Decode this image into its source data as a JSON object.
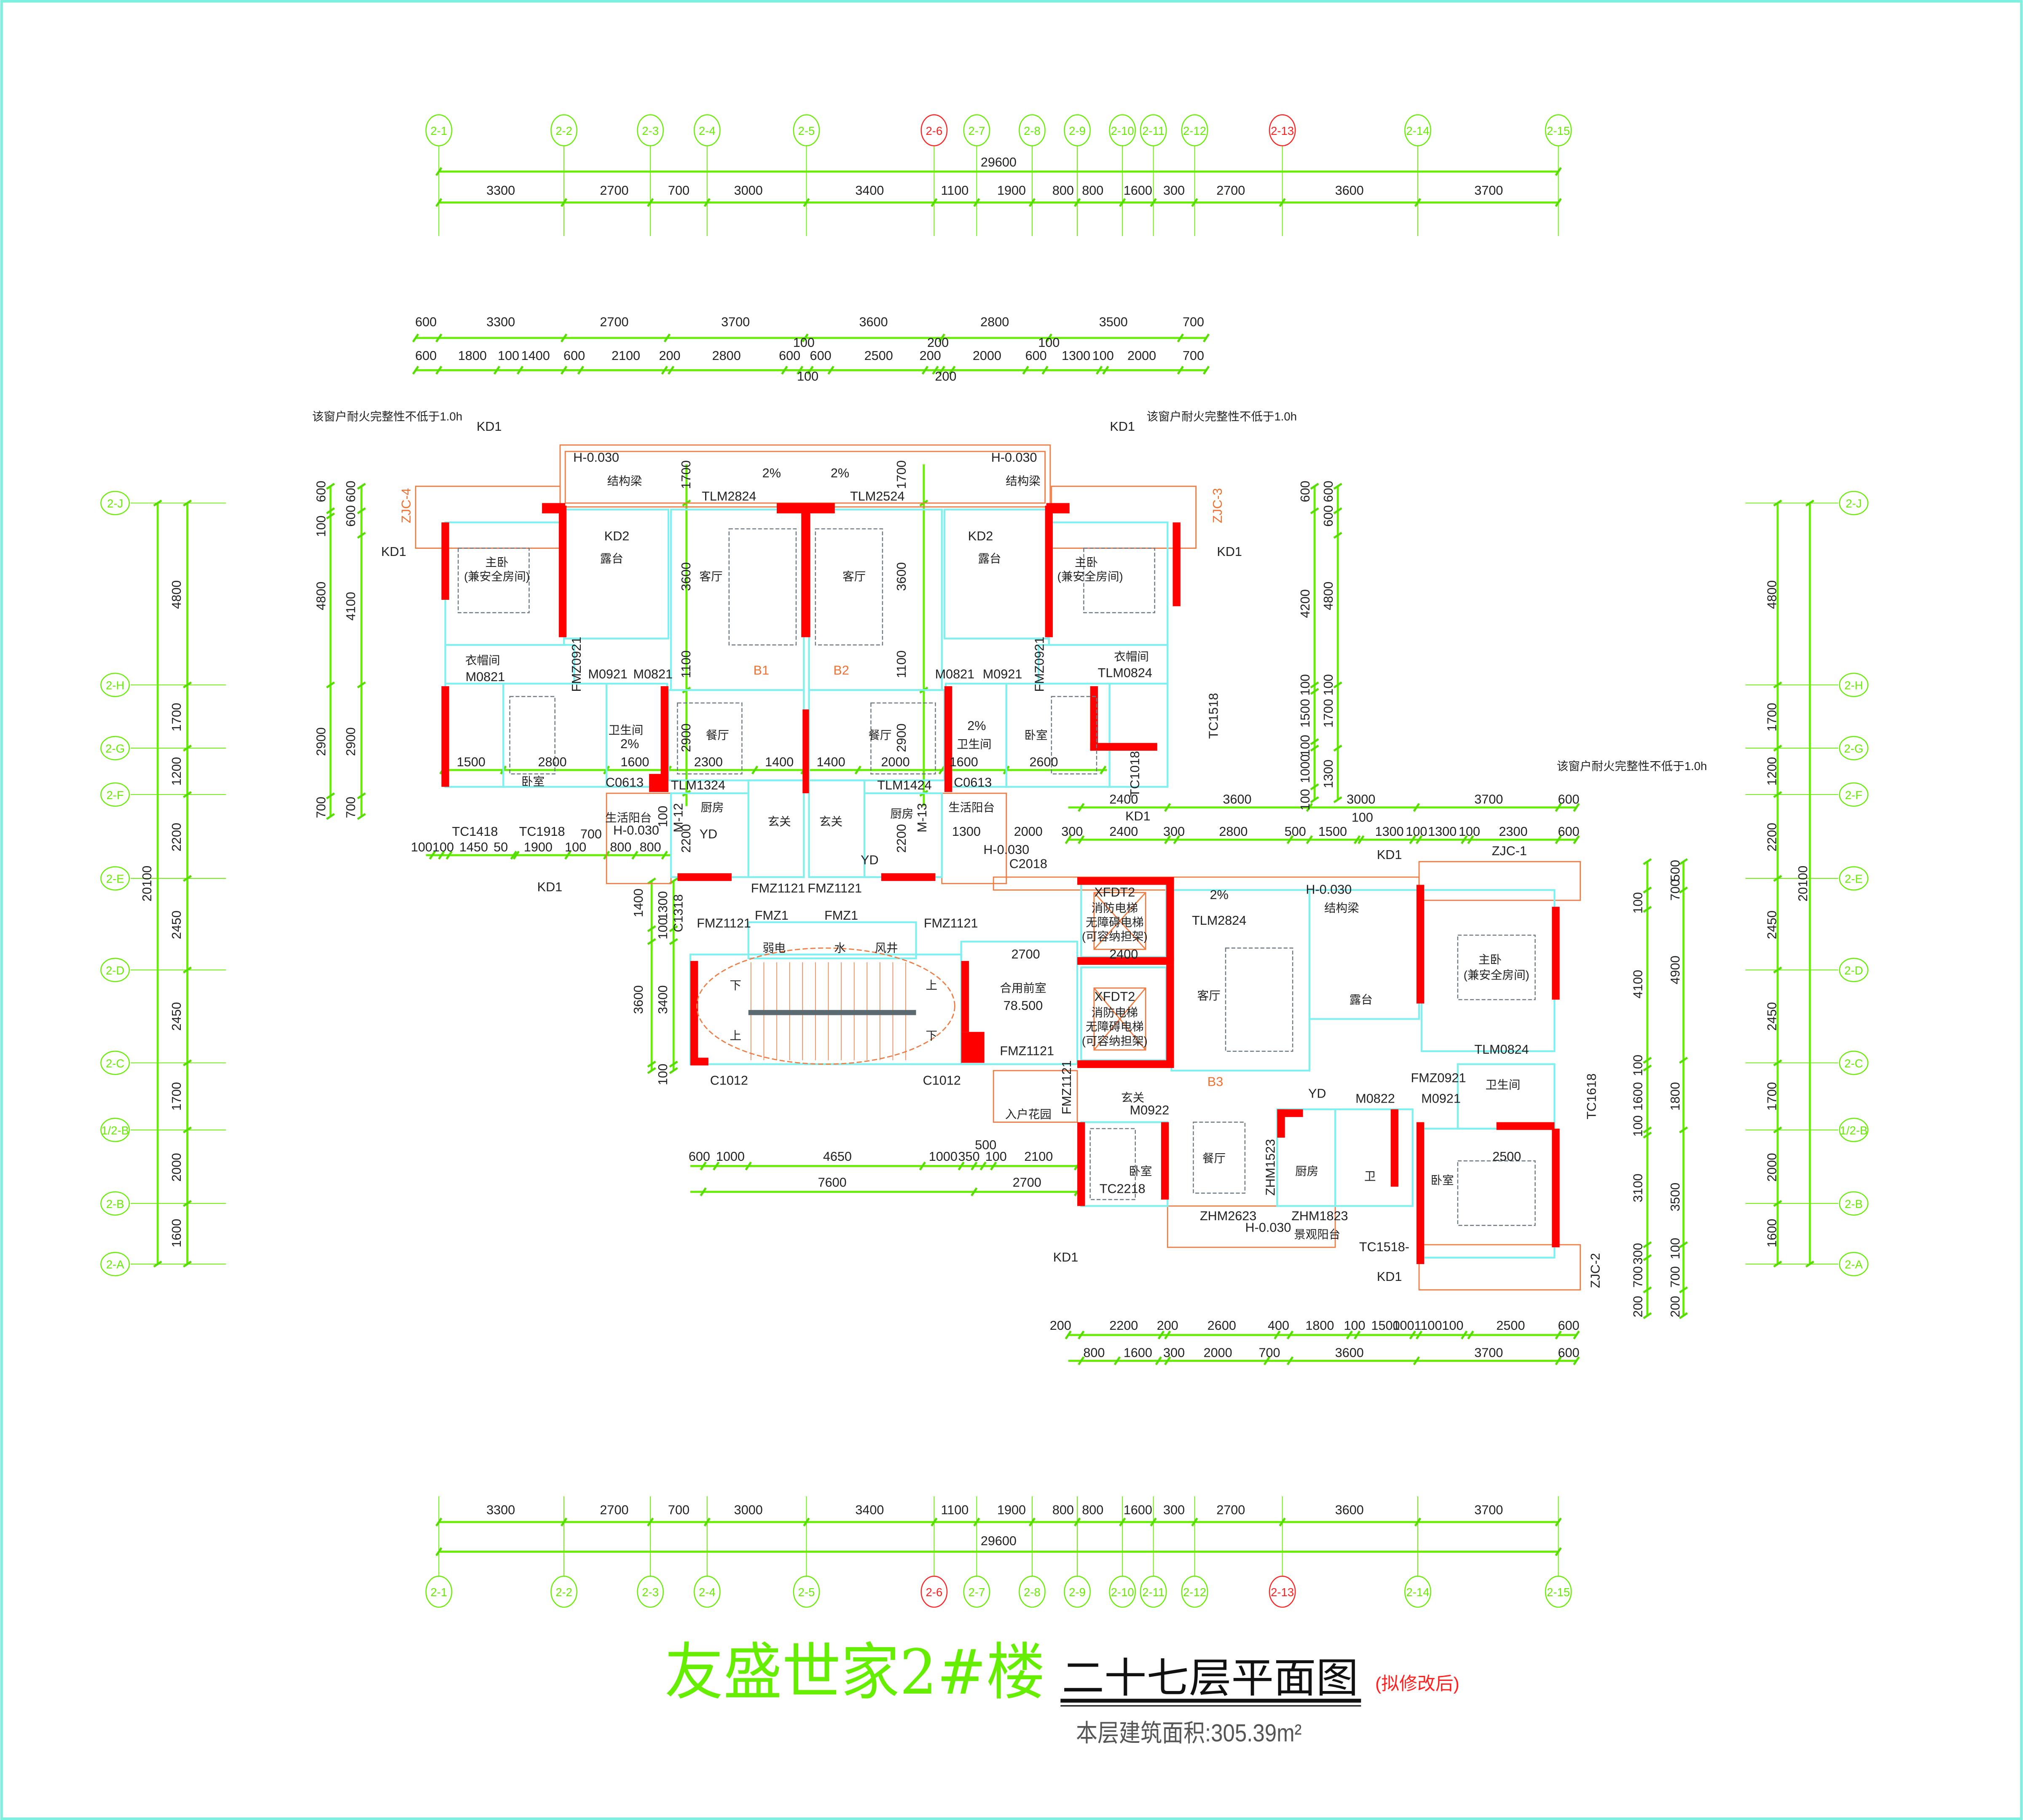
{
  "title": {
    "project": "友盛世家2#楼",
    "drawing": "二十七层平面图",
    "note": "(拟修改后)",
    "area": "本层建筑面积:305.39m²"
  },
  "colors": {
    "axis": "#66ee00",
    "axis_highlight": "#ff2020",
    "wall": "#ff0000",
    "outline": "#7ff0f0",
    "balcony": "#f07a40",
    "title_green": "#66ee00"
  },
  "axes": {
    "columns": [
      "2-1",
      "2-2",
      "2-3",
      "2-4",
      "2-5",
      "2-6",
      "2-7",
      "2-8",
      "2-9",
      "2-10",
      "2-11",
      "2-12",
      "2-13",
      "2-14",
      "2-15"
    ],
    "highlighted_columns": [
      "2-6",
      "2-13"
    ],
    "rows": [
      "2-J",
      "2-H",
      "2-G",
      "2-F",
      "2-E",
      "2-D",
      "2-C",
      "1/2-B",
      "2-B",
      "2-A"
    ]
  },
  "dims": {
    "col_total": "29600",
    "col_segments": [
      "3300",
      "2700",
      "700",
      "3000",
      "3400",
      "1100",
      "1900",
      "800",
      "800",
      "1600",
      "300",
      "2700",
      "3600",
      "3700"
    ],
    "row_total": "20100",
    "row_segments": [
      "4800",
      "1700",
      "1200",
      "2200",
      "2450",
      "2450",
      "1700",
      "2000",
      "1600"
    ],
    "plan_top_row1": [
      "600",
      "3300",
      "2700",
      "3700",
      "3600",
      "2800",
      "3500",
      "700"
    ],
    "plan_top_row2": [
      "600",
      "1800",
      "100",
      "1400",
      "600",
      "2100",
      "200",
      "2800",
      "600",
      "600",
      "2500",
      "200",
      "2000",
      "600",
      "1300",
      "100",
      "2000",
      "700"
    ],
    "plan_top_extra": [
      "100",
      "100",
      "200",
      "200",
      "100"
    ],
    "left_inner_a": [
      "600",
      "100",
      "4800",
      "2900",
      "700"
    ],
    "left_inner_b": [
      "600",
      "600",
      "4100",
      "2900",
      "700"
    ],
    "right_inner_a": [
      "600",
      "4200",
      "100",
      "1500",
      "100",
      "1000",
      "100"
    ],
    "right_inner_b": [
      "600",
      "600",
      "4800",
      "100",
      "1700",
      "1300"
    ],
    "right_lower_a": [
      "100",
      "4100",
      "100",
      "1600",
      "100",
      "3100",
      "300",
      "700",
      "200"
    ],
    "right_lower_b": [
      "700",
      "500",
      "4900",
      "1800",
      "3500",
      "100",
      "700",
      "200"
    ],
    "b1_interior": [
      "1500",
      "2800",
      "1600",
      "2300",
      "1400",
      "1400",
      "2000",
      "1600",
      "2600"
    ],
    "b1_vertical": [
      "1700",
      "3600",
      "1100",
      "2900",
      "2200",
      "1700",
      "3600",
      "1100",
      "2900",
      "2200"
    ],
    "b1_bottom": [
      "100100",
      "1450",
      "50",
      "1900",
      "100",
      "700",
      "800",
      "800"
    ],
    "b3_row1": [
      "2400",
      "3600",
      "3000",
      "3700",
      "600"
    ],
    "b3_row2": [
      "1300",
      "2000",
      "300",
      "2400",
      "300",
      "2800",
      "500",
      "1500",
      "100",
      "1300",
      "100",
      "1300",
      "100",
      "2300",
      "600"
    ],
    "core_vertical": [
      "1400",
      "1300",
      "100",
      "100",
      "3600",
      "3400",
      "100"
    ],
    "core_row1": [
      "600",
      "1000",
      "4650",
      "1000",
      "350",
      "100",
      "500",
      "2100"
    ],
    "core_row2": [
      "7600",
      "2700"
    ],
    "core_inner": [
      "2700",
      "2400"
    ],
    "bottom_row1": [
      "200",
      "2200",
      "200",
      "2600",
      "400",
      "1800",
      "100",
      "1500",
      "1001100100",
      "2500",
      "600"
    ],
    "bottom_row2": [
      "800",
      "1600",
      "300",
      "2000",
      "700",
      "3600",
      "3700",
      "600"
    ],
    "b3_inner": [
      "2500"
    ]
  },
  "notes": {
    "fire_window": "该窗户耐火完整性不低于1.0h"
  },
  "codes": {
    "kd1": "KD1",
    "kd2": "KD2",
    "zjc1": "ZJC-1",
    "zjc2": "ZJC-2",
    "zjc3": "ZJC-3",
    "zjc4": "ZJC-4",
    "tlm2824": "TLM2824",
    "tlm2524": "TLM2524",
    "m0821": "M0821",
    "m0921": "M0921",
    "fmz0921": "FMZ0921",
    "tlm0824": "TLM0824",
    "c0613": "C0613",
    "tlm1324": "TLM1324",
    "tlm1424": "TLM1424",
    "tc1418": "TC1418",
    "tc1918": "TC1918",
    "m12": "M-12",
    "m13": "M-13",
    "c1318": "C1318",
    "fmz1121": "FMZ1121",
    "fmz1": "FMZ1",
    "c1012": "C1012",
    "c2018": "C2018",
    "tc1518": "TC1518",
    "tc1018": "TC1018",
    "xfdt2": "XFDT2",
    "m0922": "M0922",
    "m0822": "M0822",
    "zhm1523": "ZHM1523",
    "tc2218": "TC2218",
    "zhm2623": "ZHM2623",
    "zhm1823": "ZHM1823",
    "tc1618": "TC1618",
    "tc1518b": "TC1518-",
    "yd": "YD"
  },
  "levels": {
    "h": "H-0.030",
    "front_room": "78.500",
    "slope": "2%"
  },
  "rooms": {
    "master": "主卧",
    "safe": "(兼安全房间)",
    "terrace": "露台",
    "living": "客厅",
    "closet": "衣帽间",
    "bath": "卫生间",
    "bedroom": "卧室",
    "dining": "餐厅",
    "service_balcony": "生活阳台",
    "kitchen": "厨房",
    "foyer": "玄关",
    "weak_elec": "弱电",
    "water": "水",
    "air_shaft": "风井",
    "front_room": "合用前室",
    "entry_garden": "入户花园",
    "view_balcony": "景观阳台",
    "wc": "卫",
    "beam": "结构梁",
    "b1": "B1",
    "b2": "B2",
    "b3": "B3",
    "lift1": "消防电梯",
    "lift2": "无障碍电梯",
    "lift3": "(可容纳担架)",
    "up": "上",
    "down": "下"
  }
}
